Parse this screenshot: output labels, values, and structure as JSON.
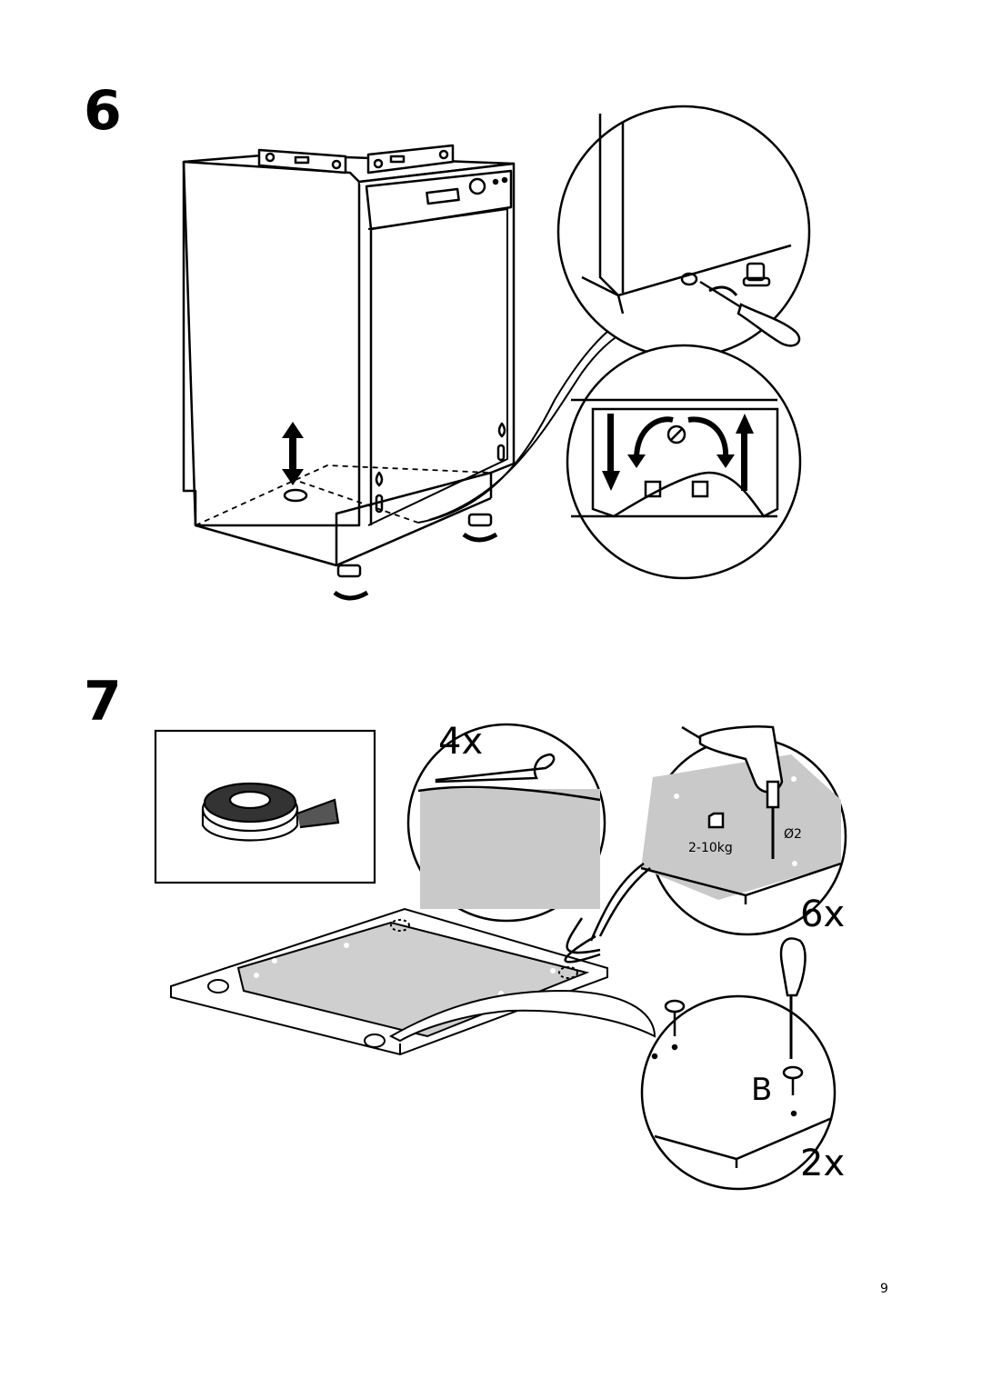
{
  "steps": [
    {
      "number": "6"
    },
    {
      "number": "7",
      "quantities": [
        "4x",
        "6x",
        "2x"
      ],
      "part_label": "B",
      "weight_label": "2-10kg",
      "drill_label": "Ø2"
    }
  ],
  "page_number": "9"
}
